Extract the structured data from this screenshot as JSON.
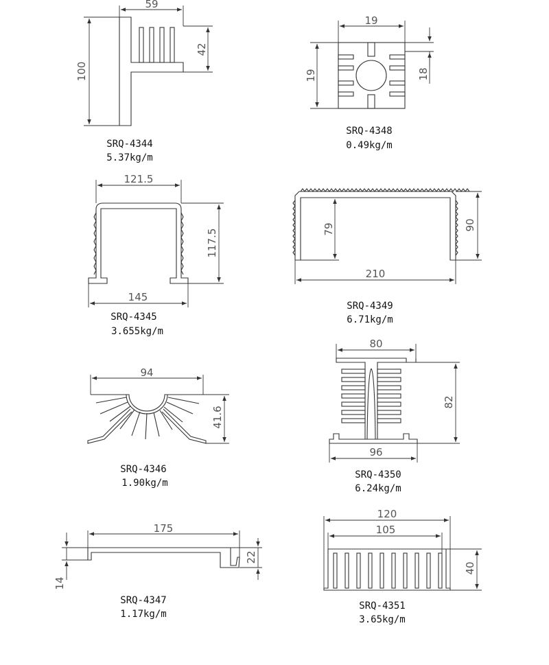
{
  "profiles": [
    {
      "code": "SRQ-4344",
      "weight": "5.37kg/m",
      "dims": [
        "59",
        "42",
        "100"
      ]
    },
    {
      "code": "SRQ-4348",
      "weight": "0.49kg/m",
      "dims": [
        "19",
        "19",
        "18"
      ]
    },
    {
      "code": "SRQ-4345",
      "weight": "3.655kg/m",
      "dims": [
        "121.5",
        "117.5",
        "145"
      ]
    },
    {
      "code": "SRQ-4349",
      "weight": "6.71kg/m",
      "dims": [
        "79",
        "90",
        "210"
      ]
    },
    {
      "code": "SRQ-4346",
      "weight": "1.90kg/m",
      "dims": [
        "94",
        "41.6"
      ]
    },
    {
      "code": "SRQ-4350",
      "weight": "6.24kg/m",
      "dims": [
        "80",
        "82",
        "96"
      ]
    },
    {
      "code": "SRQ-4347",
      "weight": "1.17kg/m",
      "dims": [
        "175",
        "22",
        "14"
      ]
    },
    {
      "code": "SRQ-4351",
      "weight": "3.65kg/m",
      "dims": [
        "120",
        "105",
        "40"
      ]
    }
  ]
}
